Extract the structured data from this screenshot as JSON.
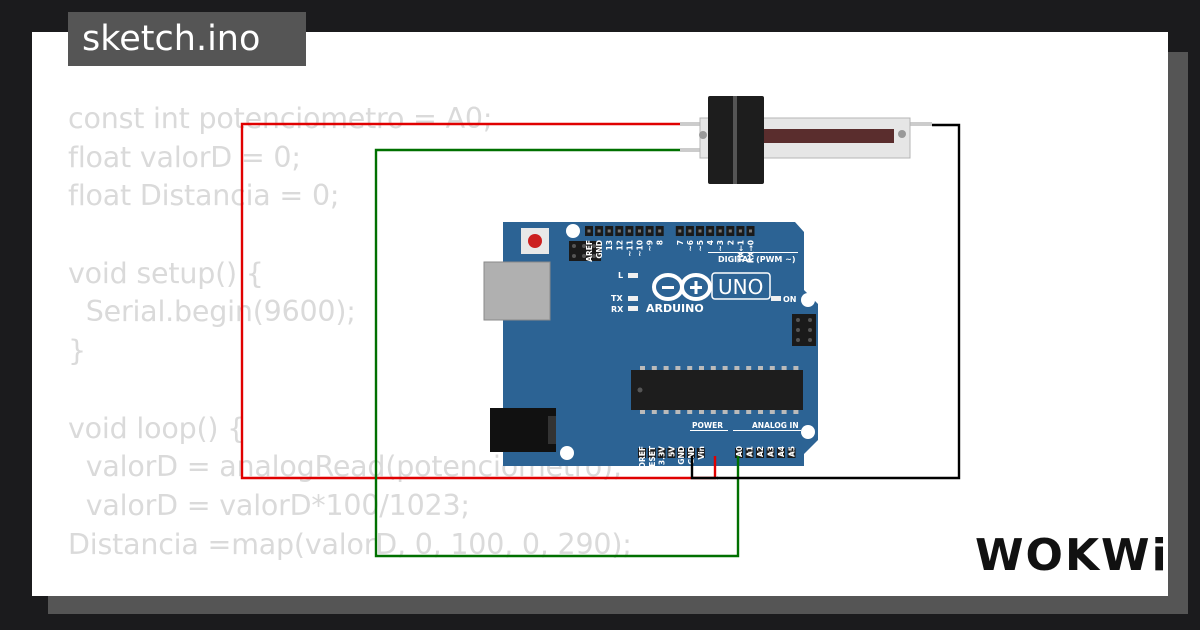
{
  "tab": {
    "filename": "sketch.ino"
  },
  "code_lines": [
    "const int potenciometro = A0;",
    "float valorD = 0;",
    "float Distancia = 0;",
    "",
    "void setup() {",
    "  Serial.begin(9600);",
    "}",
    "",
    "void loop() {",
    "  valorD = analogRead(potenciometro);",
    "  valorD = valorD*100/1023;",
    "Distancia =map(valorD, 0, 100, 0, 290);"
  ],
  "board": {
    "logo_text": "ARDUINO",
    "model": "UNO",
    "digital_header": "DIGITAL (PWM ~)",
    "power_header": "POWER",
    "analog_header": "ANALOG IN",
    "on_label": "ON",
    "l_label": "L",
    "tx_label": "TX",
    "rx_label": "RX",
    "digital_pins": [
      "AREF",
      "GND",
      "13",
      "12",
      "~11",
      "~10",
      "~9",
      "8",
      "7",
      "~6",
      "~5",
      "4",
      "~3",
      "2",
      "TX←1",
      "RX→0"
    ],
    "power_pins": [
      "IOREF",
      "RESET",
      "3.3V",
      "5V",
      "GND",
      "GND",
      "Vin"
    ],
    "analog_pins": [
      "A0",
      "A1",
      "A2",
      "A3",
      "A4",
      "A5"
    ]
  },
  "wires": {
    "vcc_color": "#e00000",
    "signal_color": "#007000",
    "gnd_color": "#000000"
  },
  "colors": {
    "board_blue": "#2c6394",
    "tab_bg": "#555555",
    "code_text": "#dadada"
  },
  "brand": {
    "name": "WOKWi"
  }
}
